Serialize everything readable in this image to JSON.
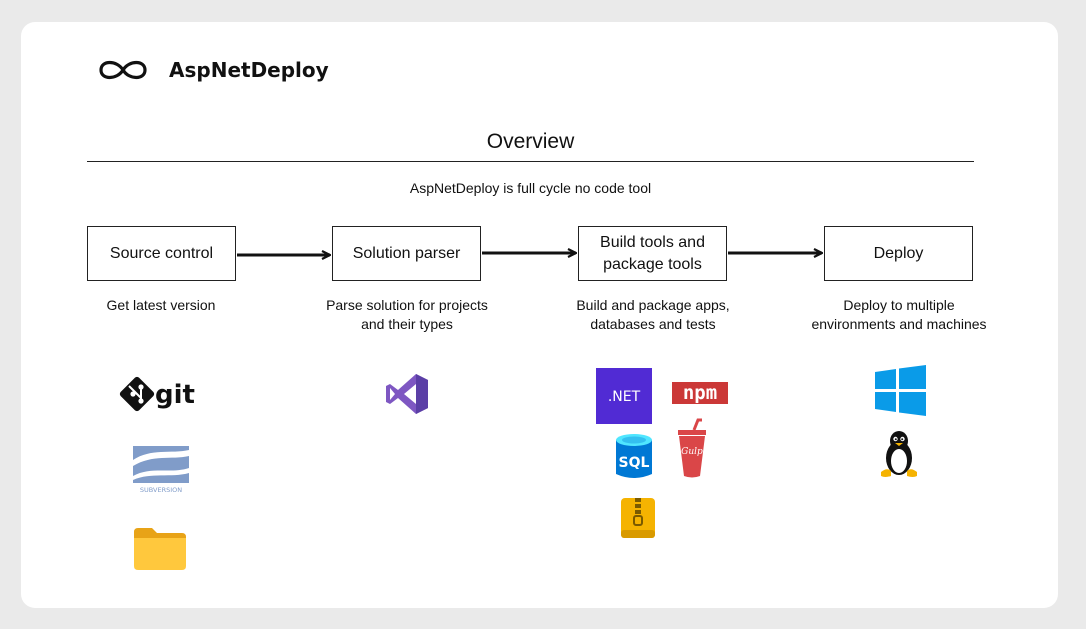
{
  "brand": {
    "name": "AspNetDeploy",
    "logo_icon": "infinity-icon"
  },
  "overview": {
    "title": "Overview",
    "intro": "AspNetDeploy is full cycle no code tool"
  },
  "stages": [
    {
      "label": "Source control",
      "description": "Get latest version",
      "icons": [
        "git-icon",
        "subversion-icon",
        "folder-icon"
      ]
    },
    {
      "label": "Solution parser",
      "description": "Parse solution for projects\nand their types",
      "icons": [
        "visual-studio-icon"
      ]
    },
    {
      "label": "Build tools and\npackage tools",
      "description": "Build and package apps,\ndatabases and tests",
      "icons": [
        "dotnet-icon",
        "npm-icon",
        "sql-icon",
        "gulp-icon",
        "zip-archive-icon"
      ]
    },
    {
      "label": "Deploy",
      "description": "Deploy to multiple\nenvironments and machines",
      "icons": [
        "windows-icon",
        "linux-icon"
      ]
    }
  ],
  "icon_text": {
    "git": "git",
    "subversion": "SUBVERSION",
    "dotnet": ".NET",
    "npm": "npm",
    "sql": "SQL",
    "gulp": "Gulp"
  },
  "colors": {
    "dotnet": "#512BD4",
    "npm": "#CB3837",
    "sql": "#0078D4",
    "gulp": "#DA4648",
    "windows": "#0A9BE8",
    "visual_studio": "#7E57C2",
    "folder": "#FFC83D",
    "zip": "#F5B301",
    "subversion": "#809CC9"
  }
}
